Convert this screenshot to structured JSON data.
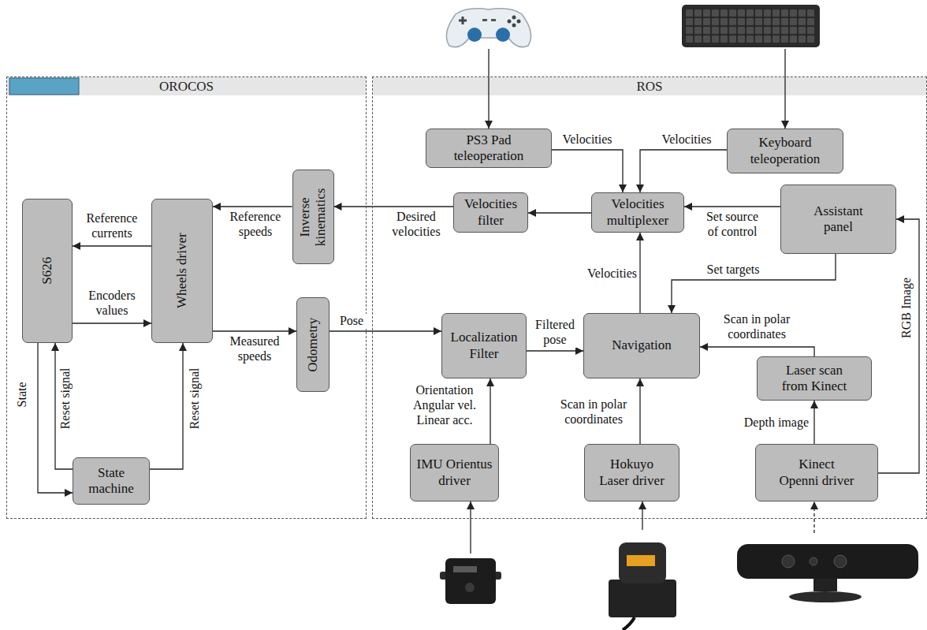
{
  "diagram": {
    "nodes": [
      {
        "text": [
          "OROCOS"
        ]
      },
      {
        "text": [
          "ROS"
        ]
      },
      {
        "text": [
          "PS3 Pad teleoperation"
        ],
        "in": 1
      },
      {
        "text": [
          "Keyboard teleoperation"
        ],
        "in": 1
      },
      {
        "text": [
          "Inverse kinematics"
        ],
        "in": 0
      },
      {
        "text": [
          "Velocities filter"
        ],
        "in": 1
      },
      {
        "text": [
          "Velocities multiplexer"
        ],
        "in": 1
      },
      {
        "text": [
          "Assistant panel"
        ],
        "in": 1
      },
      {
        "text": [
          "S626"
        ],
        "in": 0
      },
      {
        "text": [
          "Wheels driver"
        ],
        "in": 0
      },
      {
        "text": [
          "Odometry"
        ],
        "in": 0
      },
      {
        "text": [
          "Localization Filter"
        ],
        "in": 1
      },
      {
        "text": [
          "Navigation"
        ],
        "in": 1
      },
      {
        "text": [
          "Laser scan from Kinect"
        ],
        "in": 1
      },
      {
        "text": [
          "State machine"
        ],
        "in": 0
      },
      {
        "text": [
          "IMU Orientus driver"
        ],
        "in": 1
      },
      {
        "text": [
          "Hokuyo Laser driver"
        ],
        "in": 1
      },
      {
        "text": [
          "Kinect Openni driver"
        ],
        "in": 1
      }
    ],
    "edges": [
      {
        "from": 2,
        "to": 6,
        "arrow": "to",
        "label": "Velocities"
      },
      {
        "from": 3,
        "to": 6,
        "arrow": "to",
        "label": "Velocities"
      },
      {
        "from": 7,
        "to": 6,
        "arrow": "to",
        "label": "Set source of control"
      },
      {
        "from": 6,
        "to": 5,
        "arrow": "to"
      },
      {
        "from": 5,
        "to": 4,
        "arrow": "to",
        "label": "Desired velocities"
      },
      {
        "from": 4,
        "to": 9,
        "arrow": "to",
        "label": "Reference speeds"
      },
      {
        "from": 9,
        "to": 8,
        "arrow": "to",
        "label": "Reference currents"
      },
      {
        "from": 8,
        "to": 9,
        "arrow": "to",
        "label": "Encoders values"
      },
      {
        "from": 9,
        "to": 10,
        "arrow": "to",
        "label": "Measured speeds"
      },
      {
        "from": 10,
        "to": 11,
        "arrow": "to",
        "label": "Pose"
      },
      {
        "from": 11,
        "to": 12,
        "arrow": "to",
        "label": "Filtered pose"
      },
      {
        "from": 12,
        "to": 6,
        "arrow": "to",
        "label": "Velocities"
      },
      {
        "from": 7,
        "to": 12,
        "arrow": "to",
        "label": "Set targets"
      },
      {
        "from": 13,
        "to": 12,
        "arrow": "to",
        "label": "Scan in polar coordinates"
      },
      {
        "from": 15,
        "to": 11,
        "arrow": "to",
        "label": "Orientation Angular vel. Linear acc."
      },
      {
        "from": 16,
        "to": 12,
        "arrow": "to",
        "label": "Scan in polar coordinates"
      },
      {
        "from": 17,
        "to": 13,
        "arrow": "to",
        "label": "Depth image"
      },
      {
        "from": 17,
        "to": 7,
        "arrow": "to",
        "label": "RGB Image"
      },
      {
        "from": 8,
        "to": 14,
        "arrow": "to",
        "label": "State"
      },
      {
        "from": 14,
        "to": 8,
        "arrow": "to",
        "label": "Reset signal"
      },
      {
        "from": 14,
        "to": 9,
        "arrow": "to",
        "label": "Reset signal"
      }
    ]
  }
}
